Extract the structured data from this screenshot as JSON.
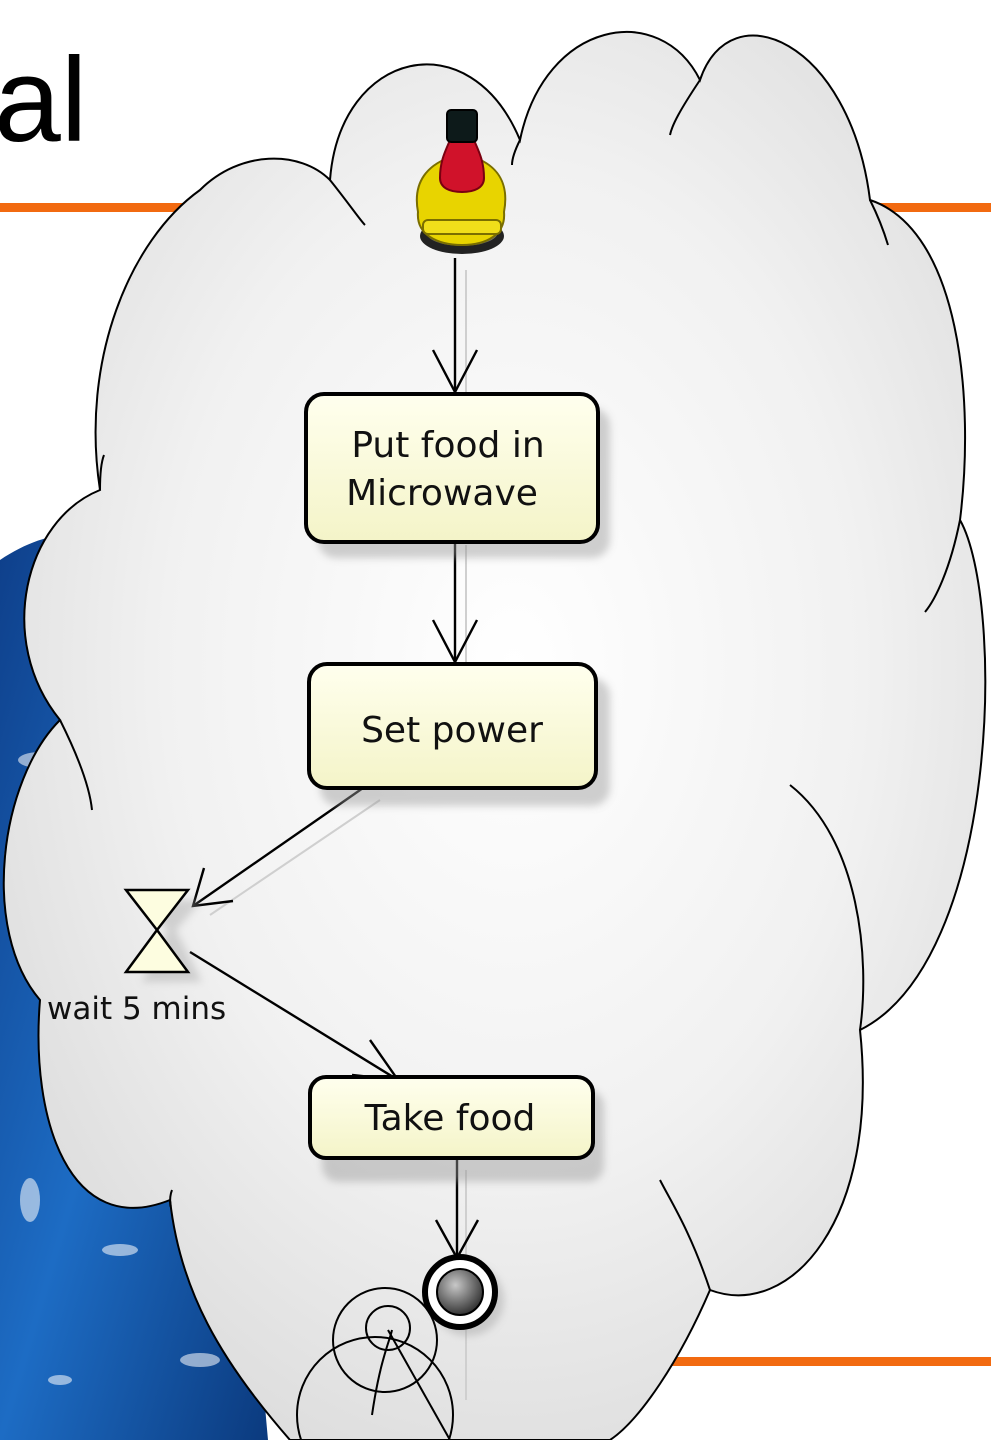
{
  "slide": {
    "title_fragment": "al"
  },
  "colors": {
    "accent_rule": "#f26a10",
    "cloud_fill": "#ececec",
    "node_fill": "#fdfde0",
    "planet_blue": "#1a5fb4"
  },
  "diagram": {
    "type": "uml-activity",
    "nodes": {
      "start": {
        "icon": "bottle-icon"
      },
      "put_food": {
        "line1": "Put food in",
        "line2": "Microwave"
      },
      "set_power": {
        "label": "Set power"
      },
      "wait": {
        "label": "wait 5 mins",
        "icon": "hourglass-icon"
      },
      "take_food": {
        "label": "Take food"
      },
      "end": {
        "icon": "final-node-icon"
      }
    },
    "edges": [
      {
        "from": "start",
        "to": "put_food"
      },
      {
        "from": "put_food",
        "to": "set_power"
      },
      {
        "from": "set_power",
        "to": "wait"
      },
      {
        "from": "wait",
        "to": "take_food"
      },
      {
        "from": "take_food",
        "to": "end"
      }
    ]
  }
}
